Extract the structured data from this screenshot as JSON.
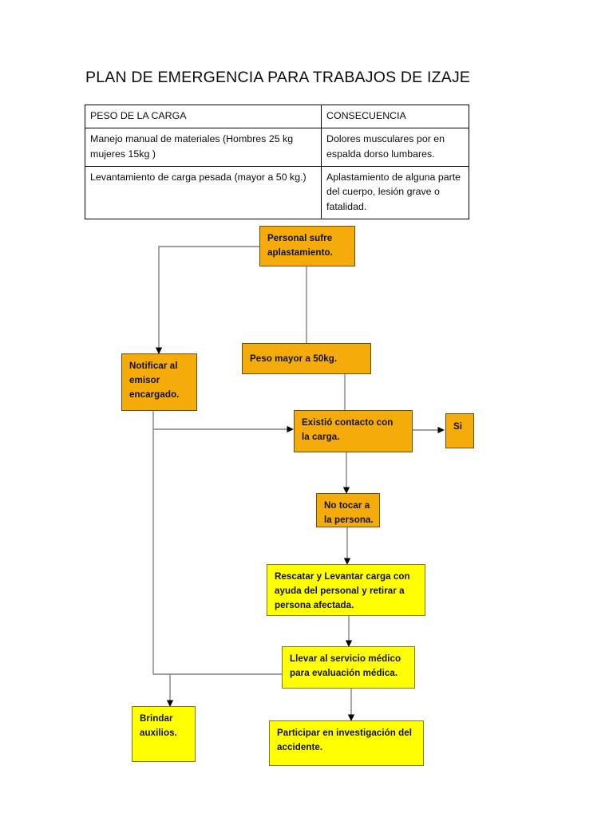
{
  "document": {
    "title": "PLAN DE EMERGENCIA PARA TRABAJOS DE IZAJE"
  },
  "table": {
    "headers": [
      "PESO DE LA CARGA",
      "CONSECUENCIA"
    ],
    "rows": [
      {
        "peso": "Manejo manual de materiales (Hombres 25 kg mujeres 15kg )",
        "consecuencia": "Dolores musculares por en espalda dorso lumbares."
      },
      {
        "peso": "Levantamiento de carga pesada (mayor a 50 kg.)",
        "consecuencia": "Aplastamiento de alguna parte del cuerpo, lesión grave o fatalidad."
      }
    ]
  },
  "flowchart": {
    "type": "flowchart",
    "colors": {
      "orange_fill": "#f5ab0a",
      "orange_border": "#6b4f06",
      "yellow_fill": "#ffff00",
      "yellow_border": "#7d7d12",
      "connector": "#808080",
      "arrowhead": "#000000"
    },
    "nodes": [
      {
        "id": "personal-sufre-aplastamiento",
        "style": "orange",
        "lines": [
          "Personal sufre",
          "aplastamiento."
        ]
      },
      {
        "id": "notificar-al-emisor-encargado",
        "style": "orange",
        "lines": [
          "Notificar al",
          "emisor",
          "encargado."
        ]
      },
      {
        "id": "peso-mayor-a-50kg",
        "style": "orange",
        "lines": [
          "Peso mayor a 50kg."
        ]
      },
      {
        "id": "existio-contacto-con-la-carga",
        "style": "orange",
        "lines": [
          "Existió contacto con",
          "la carga."
        ]
      },
      {
        "id": "si",
        "style": "orange",
        "lines": [
          "Si"
        ]
      },
      {
        "id": "no-tocar-a-la-persona",
        "style": "orange",
        "lines": [
          "No tocar a",
          "la persona."
        ]
      },
      {
        "id": "rescatar-y-levantar-carga",
        "style": "yellow",
        "lines": [
          " Rescatar y Levantar carga con",
          "ayuda del personal y retirar a",
          "persona afectada."
        ]
      },
      {
        "id": "llevar-al-servicio-medico",
        "style": "yellow",
        "lines": [
          "Llevar al servicio médico",
          "para evaluación médica."
        ]
      },
      {
        "id": "brindar-auxilios",
        "style": "yellow",
        "lines": [
          "Brindar",
          "auxilios."
        ]
      },
      {
        "id": "participar-en-investigacion",
        "style": "yellow",
        "lines": [
          "Participar en investigación del",
          "accidente."
        ]
      }
    ],
    "edges": [
      {
        "from": "personal-sufre-aplastamiento",
        "to": "notificar-al-emisor-encargado"
      },
      {
        "from": "personal-sufre-aplastamiento",
        "to": "peso-mayor-a-50kg"
      },
      {
        "from": "peso-mayor-a-50kg",
        "to": "existio-contacto-con-la-carga"
      },
      {
        "from": "notificar-al-emisor-encargado",
        "to": "existio-contacto-con-la-carga"
      },
      {
        "from": "existio-contacto-con-la-carga",
        "to": "si"
      },
      {
        "from": "existio-contacto-con-la-carga",
        "to": "no-tocar-a-la-persona"
      },
      {
        "from": "no-tocar-a-la-persona",
        "to": "rescatar-y-levantar-carga"
      },
      {
        "from": "rescatar-y-levantar-carga",
        "to": "llevar-al-servicio-medico"
      },
      {
        "from": "llevar-al-servicio-medico",
        "to": "participar-en-investigacion"
      },
      {
        "from": "llevar-al-servicio-medico",
        "to": "brindar-auxilios"
      }
    ]
  }
}
